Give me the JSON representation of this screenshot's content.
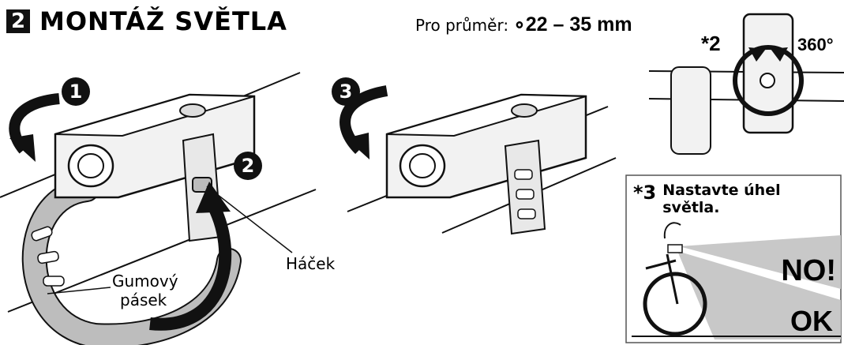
{
  "header": {
    "step": "2",
    "title": "MONTÁŽ SVĚTLA",
    "diameter_label": "Pro průměr:",
    "diameter_value": "∘22 – 35 mm"
  },
  "steps": [
    "1",
    "2",
    "3"
  ],
  "labels": {
    "hook": "Háček",
    "strap_line1": "Gumový",
    "strap_line2": "pásek"
  },
  "note2": {
    "ref": "*2",
    "rotation": "360°"
  },
  "note3": {
    "ref": "*3",
    "text_line1": "Nastavte úhel",
    "text_line2": "světla.",
    "no_label": "NO!",
    "ok_label": "OK"
  },
  "colors": {
    "ink": "#111111",
    "grey_panel": "#c8c8c8",
    "strap_fill": "#bdbdbd",
    "body_fill": "#f2f2f2"
  }
}
